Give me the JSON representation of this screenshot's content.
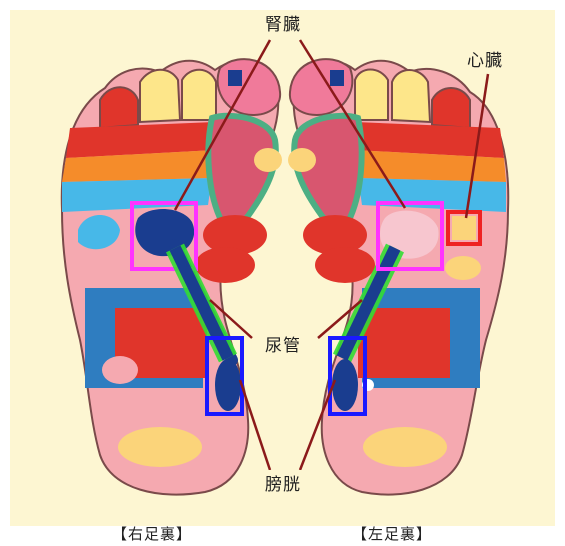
{
  "labels": {
    "kidney": "腎臓",
    "heart": "心臓",
    "ureter": "尿管",
    "bladder": "膀胱",
    "right_sole": "【右足裏】",
    "left_sole": "【左足裏】"
  },
  "colors": {
    "background": "#fdf6d2",
    "sole": "#f5a9b0",
    "kidney_box": "#ff33ff",
    "ureter_box": "#33dd33",
    "bladder_box": "#1a1aff",
    "heart_box": "#ee2222",
    "pointer_line": "#8b1a1a"
  }
}
